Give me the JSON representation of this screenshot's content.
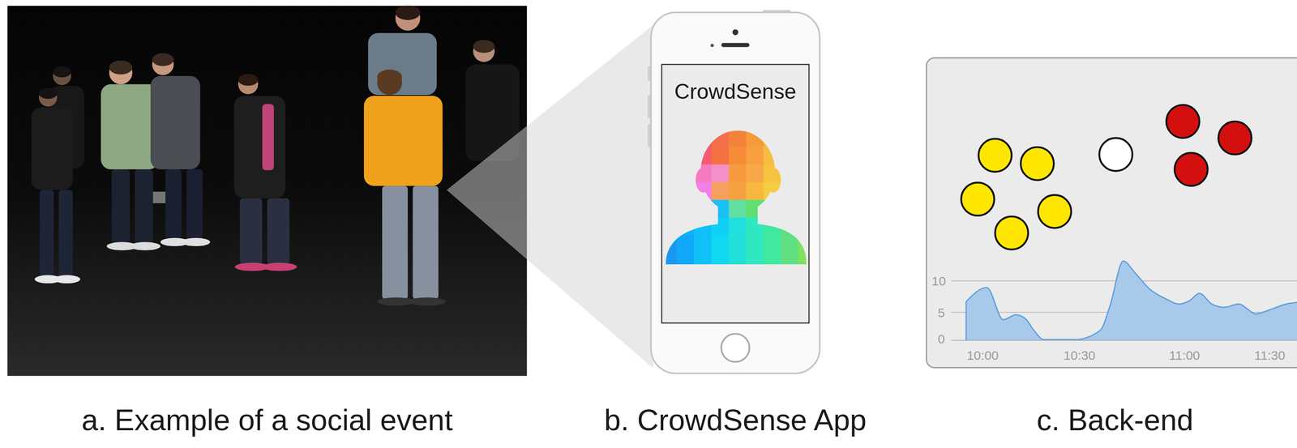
{
  "diagram": {
    "nodes": [
      {
        "text": [
          "a. Example of a social event"
        ]
      },
      {
        "text": [
          "b. CrowdSense App"
        ]
      },
      {
        "text": [
          "CrowdSense"
        ],
        "in": 1
      },
      {
        "text": [
          "c. Back-end"
        ]
      }
    ],
    "labels": [
      "10",
      "5",
      "0",
      "10:00",
      "10:30",
      "11:00",
      "11:30"
    ]
  }
}
